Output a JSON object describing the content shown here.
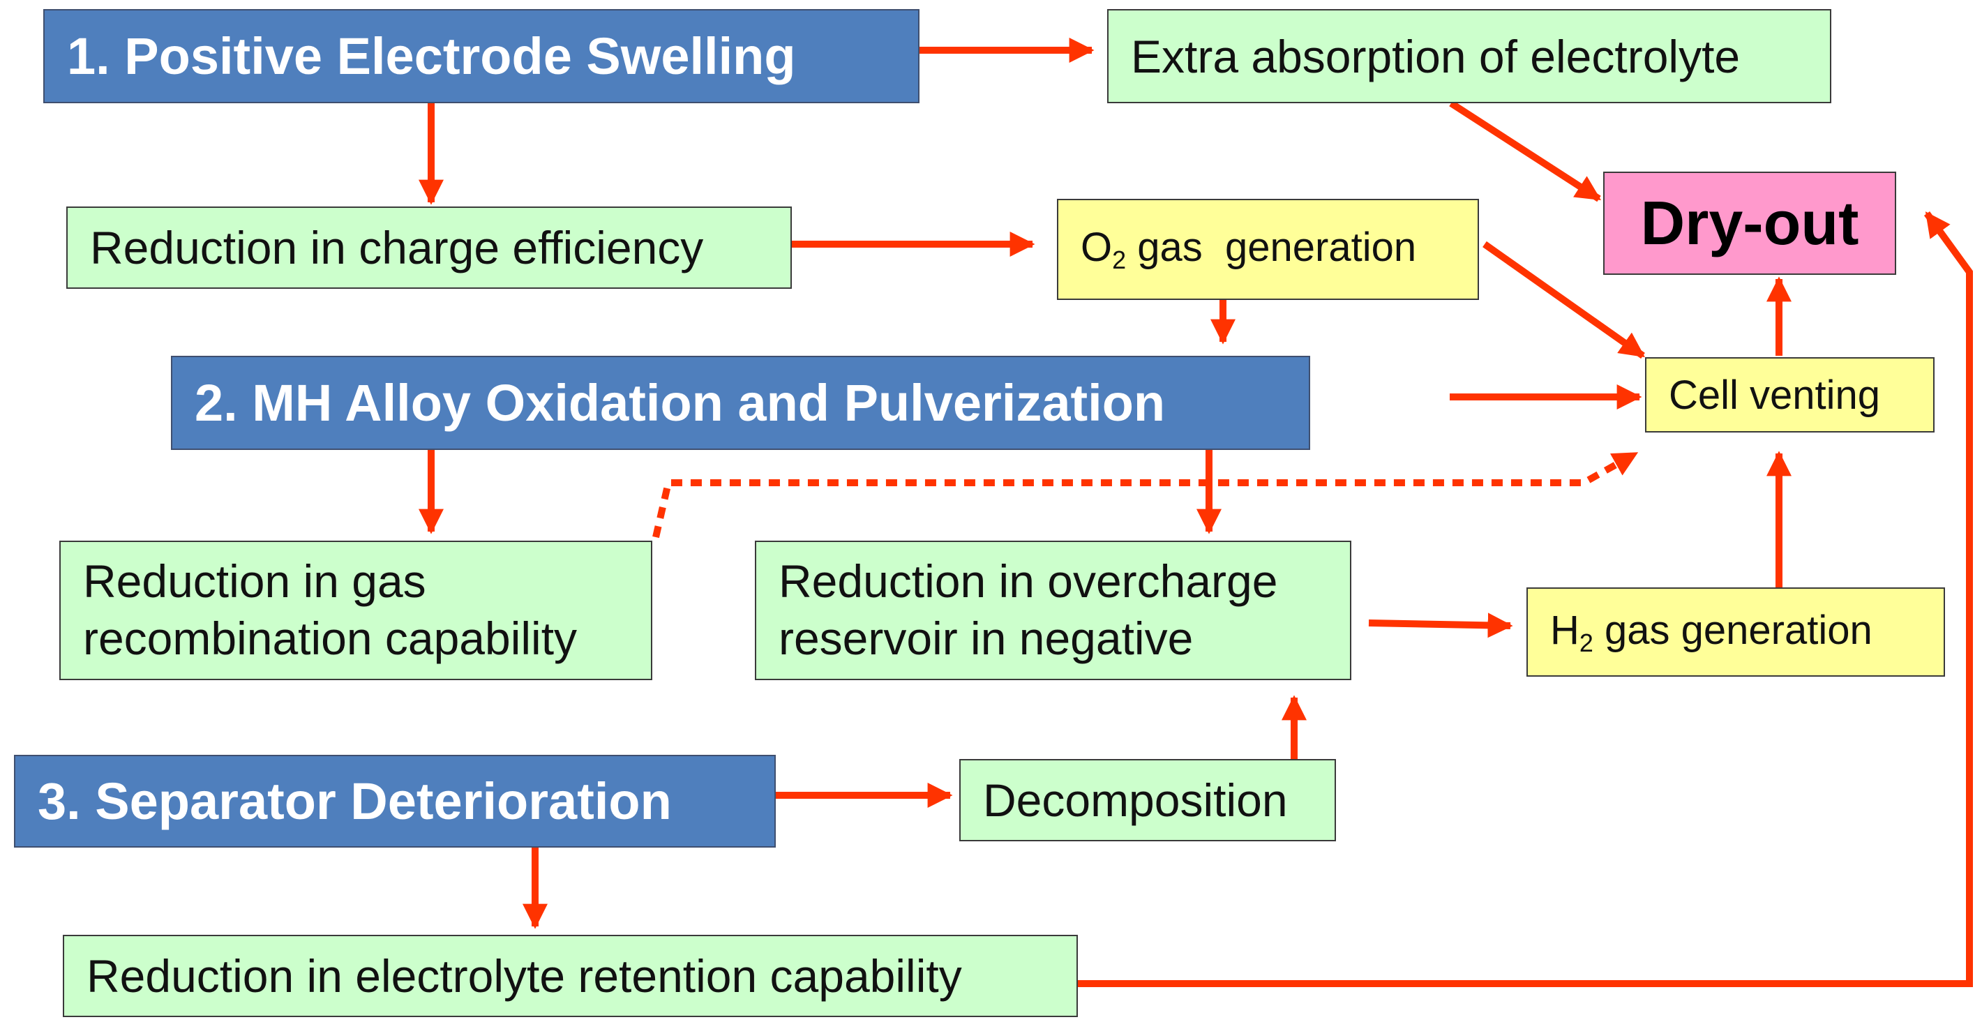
{
  "colors": {
    "arrow": "#ff3300",
    "blue_box": "#4f7fbd",
    "green_box": "#ccffcc",
    "yellow_box": "#ffff99",
    "pink_box": "#ff99cc"
  },
  "boxes": {
    "positive_swelling": "1. Positive Electrode Swelling",
    "extra_absorption": "Extra absorption of electrolyte",
    "dry_out": "Dry-out",
    "reduction_charge_eff": "Reduction in charge efficiency",
    "o2_gas": {
      "prefix": "O",
      "sub": "2",
      "suffix": " gas  generation"
    },
    "mh_alloy": "2. MH Alloy Oxidation and Pulverization",
    "cell_venting": "Cell venting",
    "gas_recomb": {
      "line1": "Reduction in gas",
      "line2": "recombination capability"
    },
    "overcharge_reservoir": {
      "line1": "Reduction in overcharge",
      "line2": "reservoir in negative"
    },
    "h2_gas": {
      "prefix": "H",
      "sub": "2",
      "suffix": " gas generation"
    },
    "separator": "3. Separator Deterioration",
    "decomposition": "Decomposition",
    "electrolyte_retention": "Reduction in electrolyte retention capability"
  }
}
